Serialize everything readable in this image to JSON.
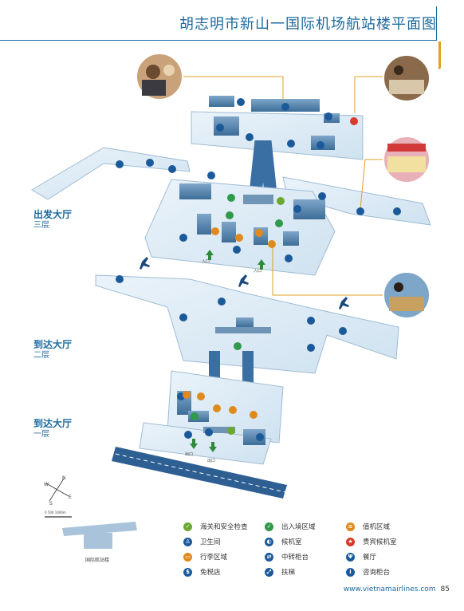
{
  "title": "胡志明市新山一国际机场航站楼平面图",
  "levels": [
    {
      "name": "出发大厅",
      "floor": "三层"
    },
    {
      "name": "到达大厅",
      "floor": "二层"
    },
    {
      "name": "到达大厅",
      "floor": "一层"
    }
  ],
  "entrances": {
    "in1": "入口",
    "in2": "入口",
    "out1": "出口",
    "out2": "出口"
  },
  "compass": {
    "n": "N",
    "s": "S",
    "e": "E",
    "w": "W",
    "scale": "0    500   1000m"
  },
  "overview_label": "国际航站楼",
  "legend": [
    {
      "label": "海关和安全检查",
      "color": "#6aa832",
      "icon": "customs-icon",
      "symbol": "✓"
    },
    {
      "label": "出入境区域",
      "color": "#2f9a4a",
      "icon": "immigration-icon",
      "symbol": "✓"
    },
    {
      "label": "值机区域",
      "color": "#e08a1e",
      "icon": "checkin-icon",
      "symbol": "≡"
    },
    {
      "label": "卫生间",
      "color": "#1b5a9a",
      "icon": "restroom-icon",
      "symbol": "♙"
    },
    {
      "label": "候机室",
      "color": "#1b5a9a",
      "icon": "waiting-room-icon",
      "symbol": "◐"
    },
    {
      "label": "贵宾候机室",
      "color": "#d93a2a",
      "icon": "vip-lounge-icon",
      "symbol": "★"
    },
    {
      "label": "行李区域",
      "color": "#e08a1e",
      "icon": "baggage-icon",
      "symbol": "▭"
    },
    {
      "label": "中转柜台",
      "color": "#1b5a9a",
      "icon": "transfer-counter-icon",
      "symbol": "⇄"
    },
    {
      "label": "餐厅",
      "color": "#1b5a9a",
      "icon": "restaurant-icon",
      "symbol": "Ψ"
    },
    {
      "label": "免税店",
      "color": "#1b5a9a",
      "icon": "duty-free-icon",
      "symbol": "$"
    },
    {
      "label": "扶梯",
      "color": "#1b5a9a",
      "icon": "escalator-icon",
      "symbol": "⤢"
    },
    {
      "label": "咨询柜台",
      "color": "#1b5a9a",
      "icon": "information-icon",
      "symbol": "i"
    }
  ],
  "footer": {
    "url": "www.vietnamairlines.com",
    "page": "85"
  }
}
